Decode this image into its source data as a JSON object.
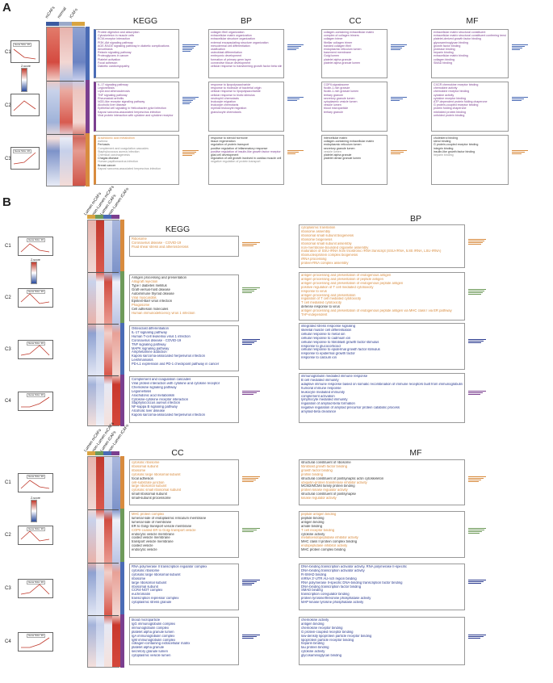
{
  "panelA": {
    "letter": "A",
    "col_labels": [
      "mCAFs",
      "normal",
      "iCAFs"
    ],
    "headers": [
      "KEGG",
      "BP",
      "CC",
      "MF"
    ],
    "clusters": [
      "C1",
      "C2",
      "C3"
    ],
    "gene_size": "Gene Size: 20",
    "zscore": "Z-score",
    "kegg": [
      [
        "Protein digestion and absorption",
        "Cytoskeleton in muscle cells",
        "ECM-receptor interaction",
        "PI3K-Akt signaling pathway",
        "AGE-RAGE signaling pathway in diabetic complications",
        "Amoebiasis",
        "Relaxin signaling pathway",
        "Proteoglycans in cancer",
        "Platelet activation",
        "Focal adhesion",
        "Diabetic cardiomyopathy"
      ],
      [
        "IL-17 signaling pathway",
        "Legionellosis",
        "Lipid and atherosclerosis",
        "TNF signaling pathway",
        "Rheumatoid arthritis",
        "NOD-like receptor signaling pathway",
        "Alcoholic liver disease",
        "Epithelial cell signaling in Helicobacter pylori infection",
        "Kaposi sarcoma-associated herpesvirus infection",
        "Viral protein interaction with cytokine and cytokine receptor"
      ],
      [
        "Arachidonic acid metabolism",
        "Asthma",
        "Pertussis",
        "Complement and coagulation cascades",
        "Staphylococcus aureus infection",
        "Chemical carcinogenesis",
        "Chagas disease",
        "Human papillomavirus infection",
        "Breast cancer",
        "Kaposi sarcoma-associated herpesvirus infection"
      ]
    ],
    "bp": [
      [
        "collagen fibril organization",
        "extracellular matrix organization",
        "extracellular structure organization",
        "external encapsulating structure organization",
        "mesodermal cell differentiation",
        "ossification",
        "osteoblast differentiation",
        "embryonic development",
        "formation of primary germ layer",
        "connective tissue development",
        "cellular response to transforming growth factor beta stimulus"
      ],
      [
        "response to lipopolysaccharide",
        "response to molecule of bacterial origin",
        "cellular response to lipopolysaccharide",
        "cellular response to biotic stimulus",
        "neutrophil chemotaxis",
        "leukocyte migration",
        "leukocyte chemotaxis",
        "myeloid leukocyte migration",
        "granulocyte chemotaxis"
      ],
      [
        "response to steroid hormone",
        "tissue regeneration",
        "regulation of protein transport",
        "positive regulation of inflammatory response",
        "positive regulation of insulin-like growth factor receptor signaling pathway",
        "glial cell development",
        "regulation of cell growth involved in cardiac muscle cell development",
        "negative regulation of protein transport"
      ]
    ],
    "cc": [
      [
        "collagen-containing extracellular matrix",
        "complex of collagen trimers",
        "collagen trimer",
        "fibrillar collagen trimer",
        "banded collagen fibril",
        "endoplasmic reticulum lumen",
        "basement membrane",
        "Golgi lumen",
        "platelet alpha granule",
        "platelet alpha granule lumen"
      ],
      [
        "COPII-signalosome",
        "ficolin-1-rich granule",
        "ficolin-1-rich granule lumen",
        "tertiary granule",
        "secretory granule lumen",
        "cytoplasmic vesicle lumen",
        "vesicle lumen",
        "blood microparticle",
        "tertiary granule"
      ],
      [
        "intercellular matrix",
        "collagen-containing extracellular matrix",
        "endoplasmic reticulum lumen",
        "secretory granule lumen",
        "vesicle lumen",
        "platelet alpha granule",
        "platelet dense granule lumen"
      ]
    ],
    "mf": [
      [
        "extracellular matrix structural constituent",
        "extracellular matrix structural constituent conferring tensile strength",
        "platelet-derived growth factor binding",
        "glycosaminoglycan binding",
        "growth factor binding",
        "protease binding",
        "heparin binding",
        "extracellular matrix binding",
        "collagen binding",
        "SMAD binding"
      ],
      [
        "CXCR chemokine receptor binding",
        "chemokine activity",
        "chemokine receptor binding",
        "cytokine activity",
        "cytokine receptor binding",
        "ATP-dependent protein folding chaperone",
        "G protein-coupled receptor binding",
        "protein folding chaperone",
        "misfolded protein binding",
        "unfolded protein binding"
      ],
      [
        "cholesterol binding",
        "sterol binding",
        "G protein-coupled receptor binding",
        "integrin binding",
        "insulin-like growth factor binding",
        "heparin binding"
      ]
    ]
  },
  "panelB": {
    "letter": "B",
    "col_labels": [
      "Lumen mCAFs",
      "non-Lumen mCAFs",
      "Lumen iCAFs",
      "non-Lumen iCAFs"
    ],
    "clusters": [
      "C1",
      "C2",
      "C3",
      "C4"
    ],
    "gene_size": "Gene Size: 20",
    "zscore": "Z-score",
    "kegg_header": "KEGG",
    "bp_header": "BP",
    "cc_header": "CC",
    "mf_header": "MF",
    "kegg": [
      [
        "Ribosome",
        "Coronavirus disease - COVID-19",
        "Fluid shear stress and atherosclerosis"
      ],
      [
        "Antigen processing and presentation",
        "Allograft rejection",
        "Type I diabetes mellitus",
        "Graft-versus-host disease",
        "Autoimmune thyroid disease",
        "Viral myocarditis",
        "Epstein-Barr virus infection",
        "Phagosome",
        "Cell adhesion molecules",
        "Human immunodeficiency virus 1 infection"
      ],
      [
        "Osteoclast differentiation",
        "IL-17 signaling pathway",
        "Human T-cell leukemia virus 1 infection",
        "Coronavirus disease - COVID-19",
        "TNF signaling pathway",
        "MAPK signaling pathway",
        "Amphetamine addiction",
        "Kaposi sarcoma-associated herpesvirus infection",
        "Leishmaniasis",
        "PD-L1 expression and PD-1 checkpoint pathway in cancer"
      ],
      [
        "Complement and coagulation cascades",
        "Viral protein interaction with cytokine and cytokine receptor",
        "Chemokine signaling pathway",
        "Legionellosis",
        "Arachidonic acid metabolism",
        "Cytokine-cytokine receptor interaction",
        "Staphylococcus aureus infection",
        "NF-kappa B signaling pathway",
        "Alcoholic liver disease",
        "Kaposi sarcoma-associated herpesvirus infection"
      ]
    ],
    "bp": [
      [
        "cytoplasmic translation",
        "ribosome assembly",
        "ribosomal small subunit biogenesis",
        "ribosome biogenesis",
        "ribosomal small subunit assembly",
        "non-membrane-bounded organelle assembly",
        "maturation of SSU-rRNA from tricistronic rRNA transcript (SSU-rRNA, 5.8S rRNA, LSU-rRNA)",
        "ribonucleoprotein complex biogenesis",
        "rRNA processing",
        "protein-RNA complex assembly"
      ],
      [
        "antigen processing and presentation of endogenous antigen",
        "antigen processing and presentation of peptide antigen",
        "antigen processing and presentation of endogenous peptide antigen",
        "positive regulation of T cell mediated cytotoxicity",
        "response to virus",
        "antigen processing and presentation",
        "regulation of T cell mediated cytotoxicity",
        "T cell mediated cytotoxicity",
        "defense response to virus",
        "antigen processing and presentation of endogenous peptide antigen via MHC class I via ER pathway",
        "TAP-independent"
      ],
      [
        "integrated stress response signaling",
        "skeletal muscle cell differentiation",
        "cellular response to metal ion",
        "cellular response to cadmium ion",
        "cellular response to fibroblast growth factor stimulus",
        "response to glucocorticoid",
        "cellular response to epidermal growth factor stimulus",
        "response to epidermal growth factor",
        "response to calcium ion"
      ],
      [
        "immunoglobulin mediated immune response",
        "B cell mediated immunity",
        "adaptive immune response based on somatic recombination of immune receptors built from immunoglobulin superfamily domains",
        "humoral immune response",
        "leukocyte mediated immunity",
        "complement activation",
        "lymphocyte mediated immunity",
        "regulation of amyloid-beta formation",
        "negative regulation of amyloid precursor protein catabolic process",
        "amyloid-beta clearance"
      ]
    ],
    "cc": [
      [
        "cytosolic ribosome",
        "ribosomal subunit",
        "ribosome",
        "cytosolic large ribosomal subunit",
        "focal adhesion",
        "cell-substrate junction",
        "large ribosomal subunit",
        "cytosolic small ribosomal subunit",
        "small ribosomal subunit",
        "small-subunit processome"
      ],
      [
        "MHC protein complex",
        "lumenal side of endoplasmic reticulum membrane",
        "lumenal side of membrane",
        "ER to Golgi transport vesicle membrane",
        "COPII-coated ER to Golgi transport vesicle",
        "endocytic vesicle membrane",
        "coated vesicle membrane",
        "transport vesicle membrane",
        "coated vesicle",
        "endocytic vesicle"
      ],
      [
        "RNA polymerase II transcription regulator complex",
        "cytosolic ribosome",
        "cytosolic large ribosomal subunit",
        "ribosome",
        "large ribosomal subunit",
        "ribosomal subunit",
        "CCR4-NOT complex",
        "euchromatin",
        "transcription repressor complex",
        "cytoplasmic stress granule"
      ],
      [
        "blood microparticle",
        "IgG immunoglobulin complex",
        "immunoglobulin complex",
        "platelet alpha granule lumen",
        "IgA immunoglobulin complex",
        "IgM immunoglobulin complex",
        "collagen-containing extracellular matrix",
        "platelet alpha granule",
        "secretory granule lumen",
        "cytoplasmic vesicle lumen"
      ]
    ],
    "mf": [
      [
        "structural constituent of ribosome",
        "fibroblast growth factor binding",
        "growth factor binding",
        "profilin binding",
        "structural constituent of postsynaptic actin cytoskeleton",
        "ubiquitin-protein transferase inhibitor activity",
        "MCM2/MCM4 family protein binding",
        "protein kinase regulator activity",
        "structural constituent of postsynapse",
        "kinase regulator activity"
      ],
      [
        "peptide antigen binding",
        "peptide binding",
        "antigen binding",
        "amide binding",
        "T cell receptor binding",
        "cytokine activity",
        "metalloendopeptidase inhibitor activity",
        "MHC class II protein complex binding",
        "endopeptidase inhibitor activity",
        "MHC protein complex binding"
      ],
      [
        "DNA-binding transcription activator activity, RNA polymerase II-specific",
        "DNA-binding transcription activator activity",
        "R-SMAD binding",
        "mRNA 3'-UTR AU-rich region binding",
        "RNA polymerase II-specific DNA-binding transcription factor binding",
        "DNA-binding transcription factor binding",
        "SMAD binding",
        "transcription coregulator binding",
        "protein tyrosine/threonine phosphatase activity",
        "MAP kinase tyrosine phosphatase activity"
      ],
      [
        "chemokine activity",
        "antigen binding",
        "chemokine receptor binding",
        "G protein-coupled receptor binding",
        "low-density lipoprotein particle receptor binding",
        "lipoprotein particle receptor binding",
        "heparin binding",
        "tau protein binding",
        "cytokine activity",
        "glycosaminoglycan binding"
      ]
    ]
  },
  "colors": {
    "c1": "#4a6bb5",
    "c2": "#7b3f8f",
    "c3": "#d88b3e",
    "c4": "#2b4a9a",
    "green": "#6e9a5a",
    "orange": "#d88b3e",
    "purple": "#8a3da3",
    "navy": "#2a3a8f",
    "red": "#c0392b",
    "gray": "#8a8a8a"
  }
}
